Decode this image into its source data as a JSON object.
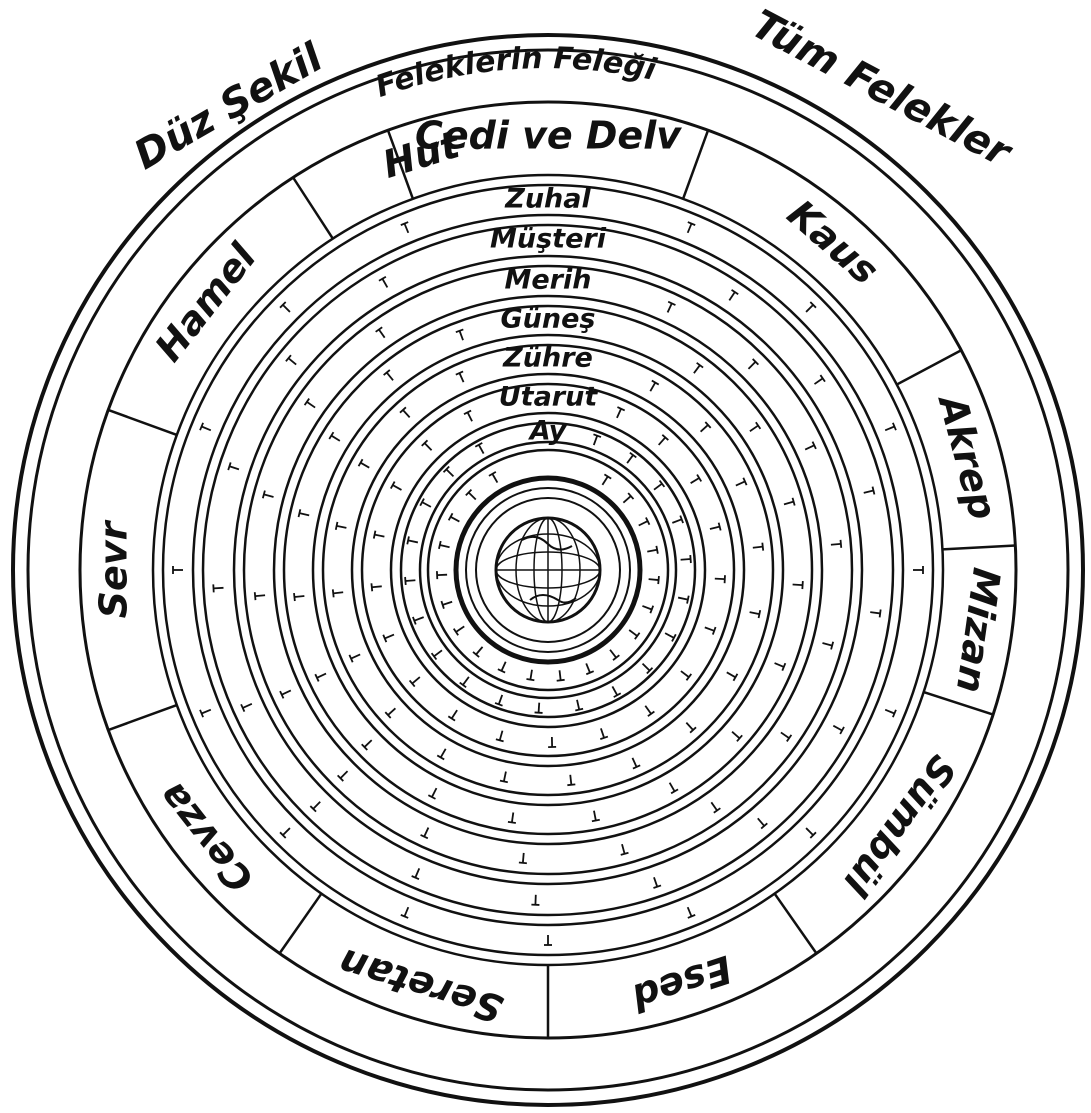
{
  "corner_labels": {
    "left": "Düz Şekil",
    "right": "Tüm Felekler"
  },
  "outer_ring_label": "Feleklerin Feleği",
  "zodiac": [
    "Cedi ve Delv",
    "Kaus",
    "Akrep",
    "Mizan",
    "Sümbül",
    "Esed",
    "Seretan",
    "Cevza",
    "Sevr",
    "Hamel",
    "Hut"
  ],
  "planets": [
    "Zuhal",
    "Müşteri",
    "Merih",
    "Güneş",
    "Zühre",
    "Utarut",
    "Ay"
  ],
  "center": {
    "icon": "earth-globe-icon"
  },
  "colors": {
    "ink": "#111111",
    "paper": "#ffffff"
  }
}
